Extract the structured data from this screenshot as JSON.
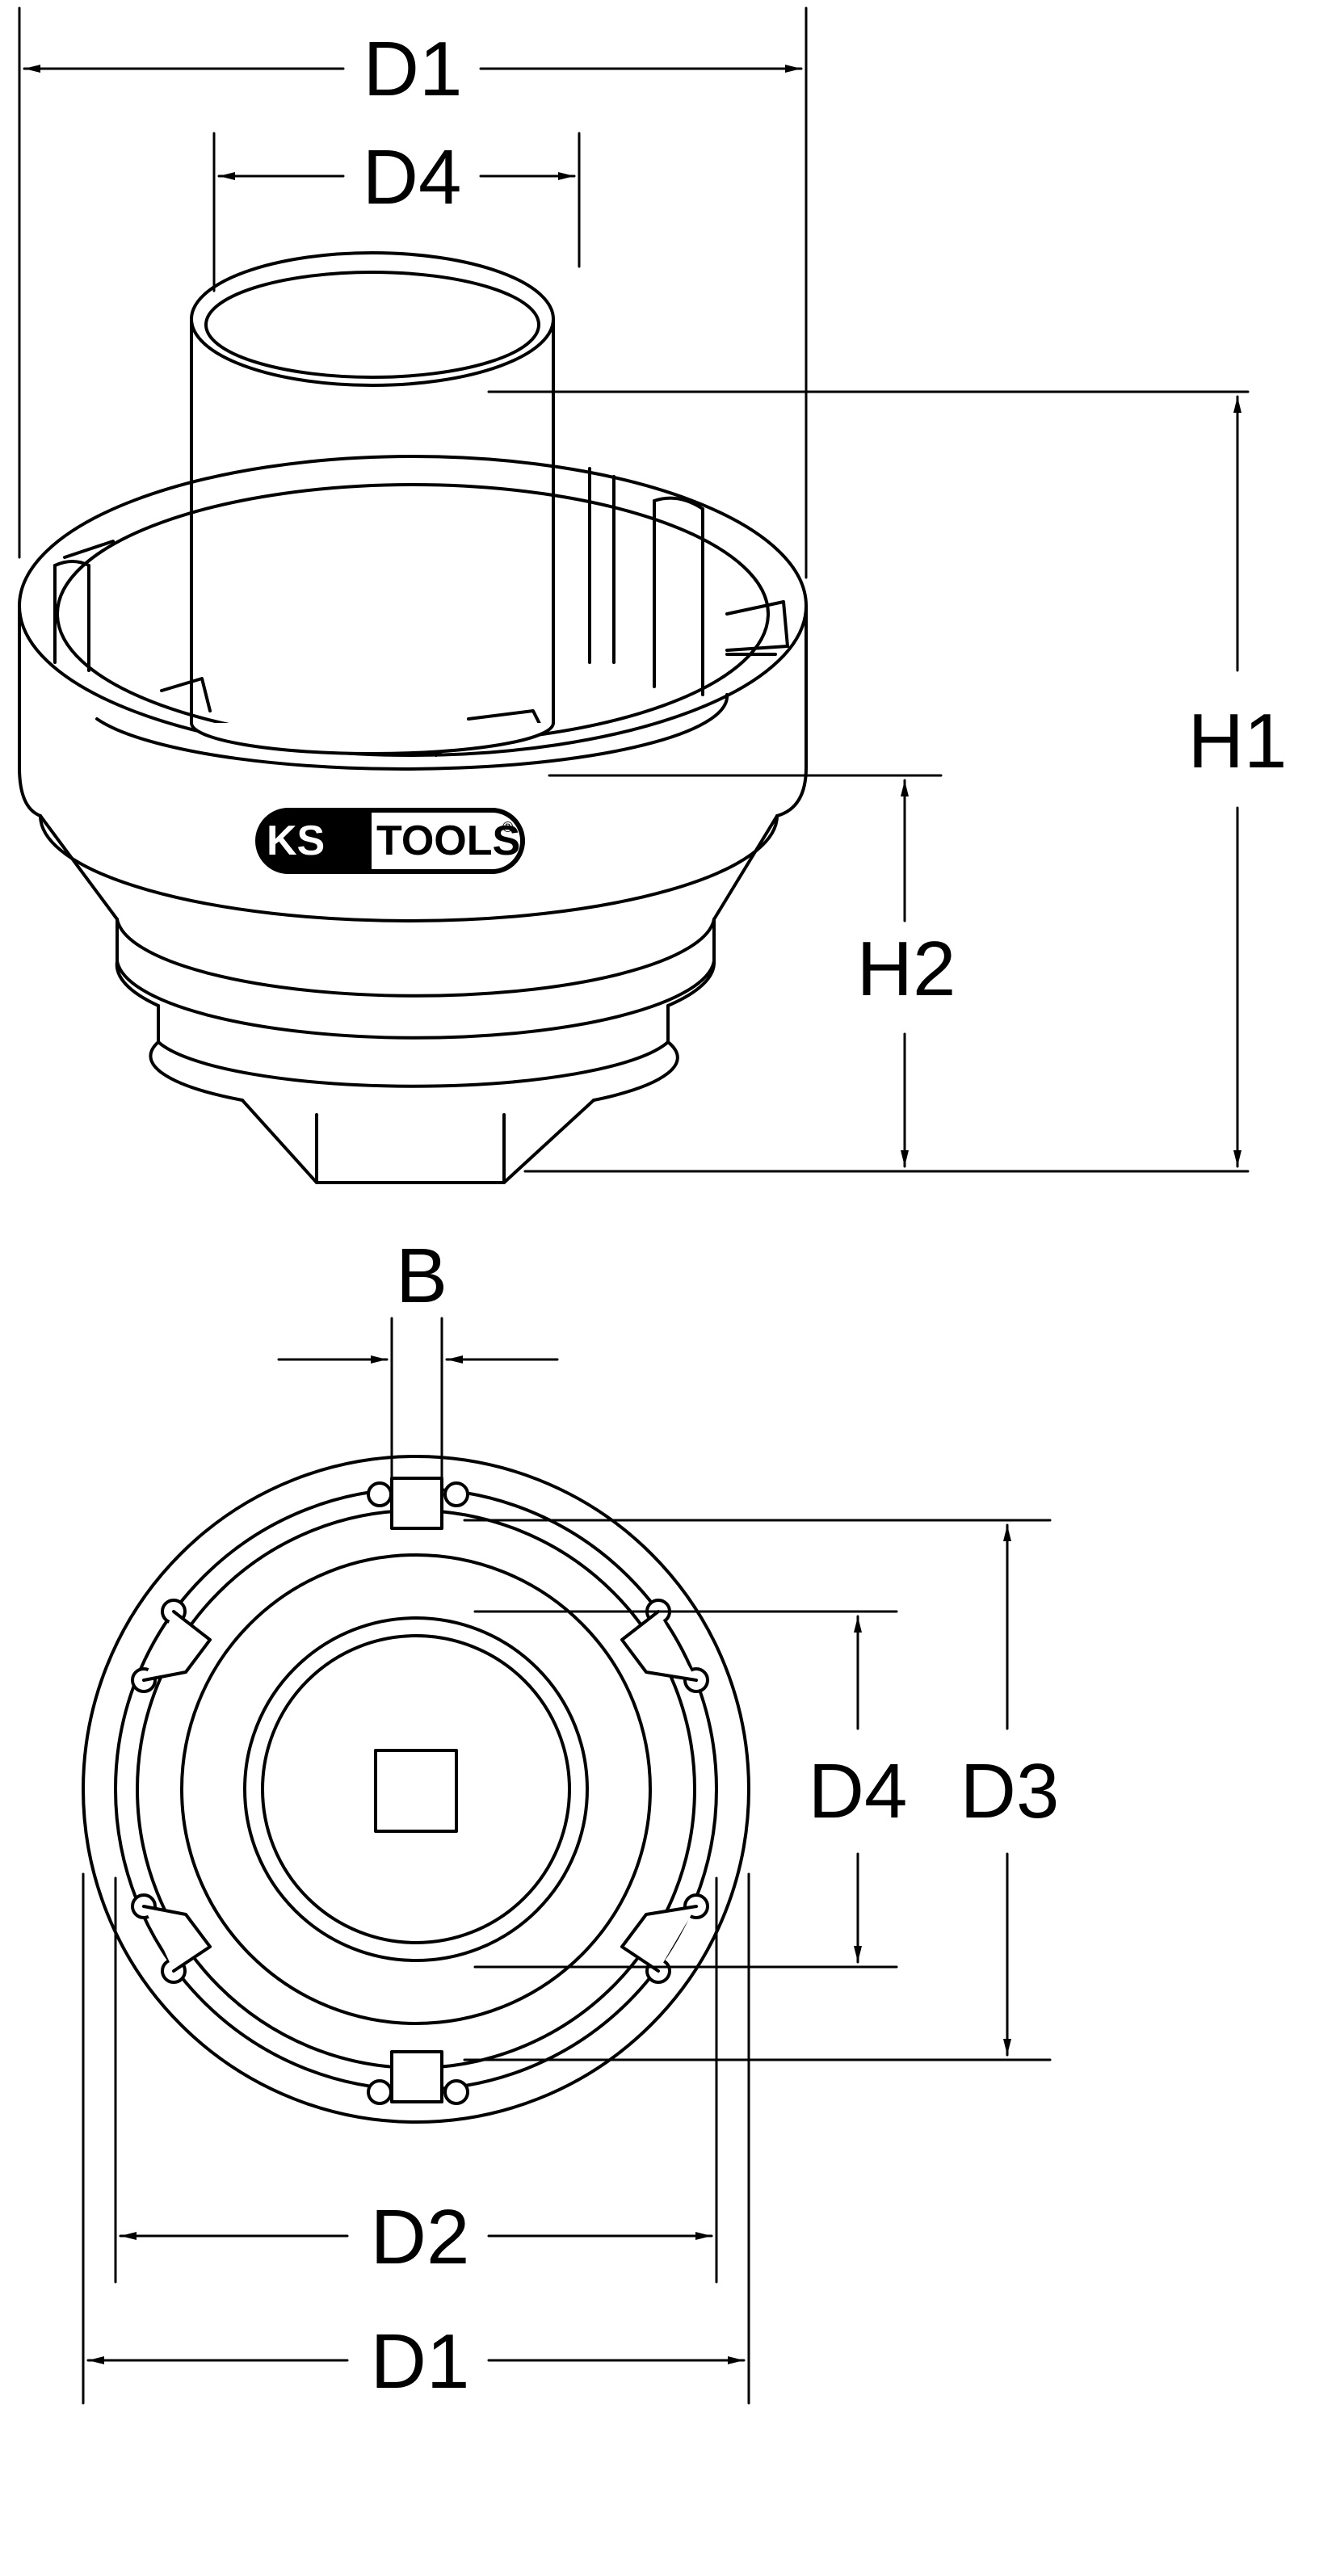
{
  "logo": {
    "brand_ks": "KS",
    "brand_tools": "TOOLS",
    "mark": "®"
  },
  "colors": {
    "line": "#000000",
    "background": "#ffffff",
    "logo_fill": "#000000",
    "logo_text": "#ffffff"
  },
  "side_view": {
    "labels": {
      "d1": "D1",
      "d4": "D4",
      "h1": "H1",
      "h2": "H2"
    }
  },
  "bottom_view": {
    "labels": {
      "b": "B",
      "d4": "D4",
      "d3": "D3",
      "d2": "D2",
      "d1": "D1"
    }
  }
}
